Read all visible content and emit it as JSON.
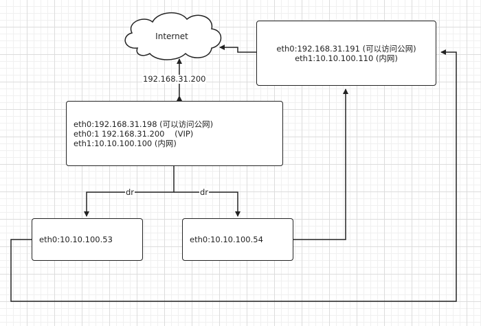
{
  "cloud": {
    "label": "Internet"
  },
  "gateway_node": {
    "lines": [
      "eth0:192.168.31.191 (可以访问公网)",
      "eth1:10.10.100.110 (内网)"
    ]
  },
  "director_node": {
    "lines": [
      "eth0:192.168.31.198 (可以访问公网)",
      "eth0:1 192.168.31.200    (VIP)",
      "eth1:10.10.100.100 (内网)"
    ]
  },
  "real_server_1": {
    "label": "eth0:10.10.100.53"
  },
  "real_server_2": {
    "label": "eth0:10.10.100.54"
  },
  "edge_labels": {
    "vip": "192.168.31.200",
    "dr_left": "dr",
    "dr_right": "dr"
  },
  "colors": {
    "stroke": "#222222",
    "grid": "#dcdcdc",
    "node_fill": "#ffffff"
  }
}
